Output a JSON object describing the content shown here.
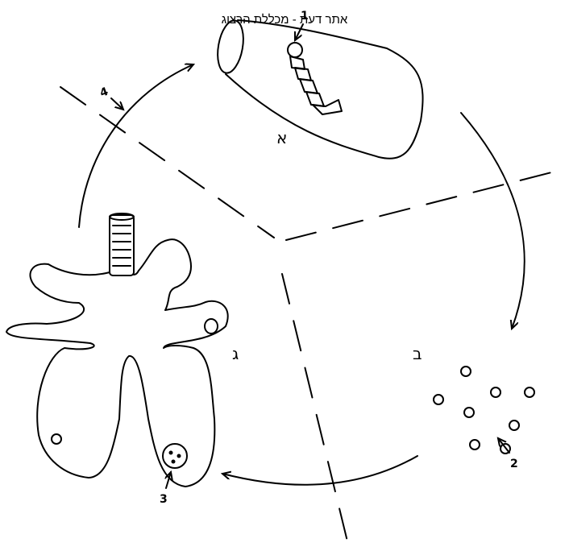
{
  "site_title": "אתר דעת - מכללת הרצוג",
  "stages": {
    "a": "א",
    "b": "ב",
    "g": "ג"
  },
  "markers": {
    "m1": "1",
    "m2": "2",
    "m3": "3",
    "m4": "4"
  }
}
